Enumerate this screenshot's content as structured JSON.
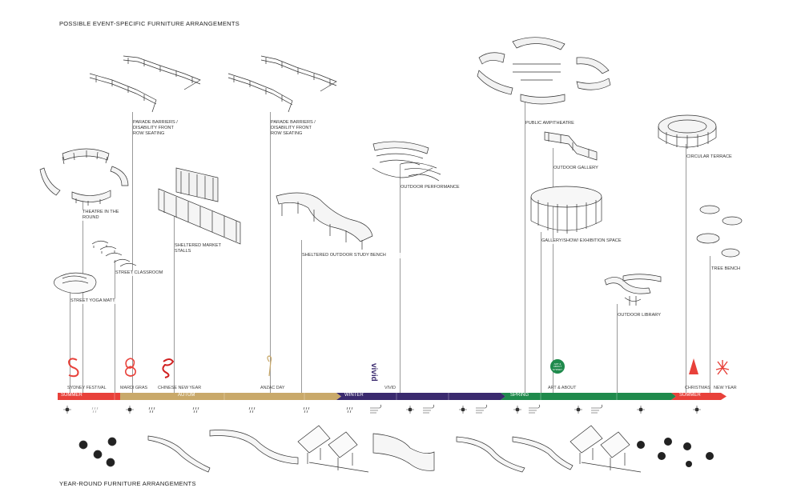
{
  "headings": {
    "top": "POSSIBLE EVENT-SPECIFIC FURNITURE ARRANGEMENTS",
    "bottom": "YEAR-ROUND FURNITURE ARRANGEMENTS"
  },
  "arrangements": [
    "THEATRE IN THE ROUND",
    "PARADE BARRIERS / DISABILITY FRONT ROW SEATING",
    "STREET CLASSROOM",
    "STREET YOGA MATT",
    "SHELTERED MARKET STALLS",
    "PARADE BARRIERS / DISABILITY FRONT ROW SEATING",
    "SHELTERED OUTDOOR STUDY BENCH",
    "OUTDOOR PERFORMANCE",
    "PUBLIC AMPITHEATRE",
    "OUTDOOR GALLERY",
    "GALLERY/SHOW/ EXHIBITION SPACE",
    "OUTDOOR LIBRARY",
    "CIRCULAR TERRACE",
    "TREE BENCH"
  ],
  "events": [
    "SYDNEY FESTIVAL",
    "MARDI GRAS",
    "CHINESE NEW YEAR",
    "ANZAC DAY",
    "VIVID",
    "ART & ABOUT",
    "CHRISTMAS",
    "NEW YEAR"
  ],
  "seasons": [
    "SUMMER",
    "AUTUM",
    "WINTER",
    "SPRING",
    "SUMMER"
  ],
  "logos": {
    "vivid": "vivid",
    "art_about": "ART & ABOUT SYDNEY"
  },
  "colors": {
    "summer": "#e8413a",
    "autumn": "#c9a96a",
    "winter": "#3a2a6e",
    "spring": "#1f8a4c",
    "leader": "#9a9a9a"
  },
  "weather": [
    "sun",
    "showers",
    "sun",
    "rain",
    "rain",
    "rain",
    "rain",
    "rain",
    "wind",
    "sun",
    "wind",
    "sun",
    "wind",
    "sun",
    "wind",
    "sun",
    "wind",
    "sun",
    "sun"
  ]
}
